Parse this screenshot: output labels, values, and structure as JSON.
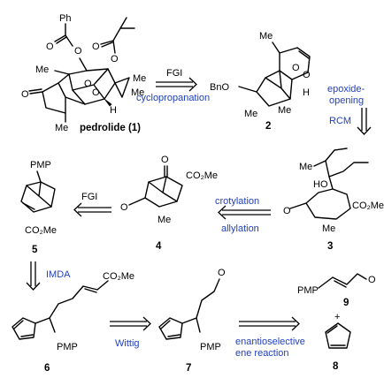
{
  "compounds": {
    "c1": {
      "number": "pedrolide (1)",
      "atoms": {
        "ph": "Ph",
        "me_a": "Me",
        "me_b": "Me",
        "me_c": "Me",
        "me_d": "Me"
      }
    },
    "c2": {
      "number": "2",
      "atoms": {
        "me_top": "Me",
        "bno": "BnO",
        "h": "H",
        "me_mid": "Me",
        "me_bot": "Me"
      }
    },
    "c3": {
      "number": "3",
      "atoms": {
        "me": "Me",
        "ho": "HO",
        "co2me": "CO₂Me",
        "me_bot": "Me"
      }
    },
    "c4": {
      "number": "4",
      "atoms": {
        "co2me": "CO₂Me",
        "me": "Me"
      }
    },
    "c5": {
      "number": "5",
      "atoms": {
        "pmp": "PMP",
        "co2me": "CO₂Me"
      }
    },
    "c6": {
      "number": "6",
      "atoms": {
        "co2me": "CO₂Me",
        "pmp": "PMP"
      }
    },
    "c7": {
      "number": "7",
      "atoms": {
        "pmp": "PMP"
      }
    },
    "c8": {
      "number": "8"
    },
    "c9": {
      "number": "9",
      "atoms": {
        "pmp": "PMP"
      }
    }
  },
  "arrows": {
    "a12": {
      "label_top": "FGI",
      "label_bottom": "cyclopropanation"
    },
    "a23": {
      "label_top": "epoxide-",
      "label_mid": "opening",
      "label_bottom": "RCM"
    },
    "a34": {
      "label_top": "crotylation",
      "label_bottom": "allylation"
    },
    "a45": {
      "label": "FGI"
    },
    "a56": {
      "label": "IMDA"
    },
    "a67": {
      "label": "Wittig"
    },
    "a78": {
      "label_top": "enantioselective",
      "label_bottom": "ene reaction"
    }
  },
  "plus": "+",
  "colors": {
    "label": "#1f3fbf",
    "structure": "#000000"
  }
}
